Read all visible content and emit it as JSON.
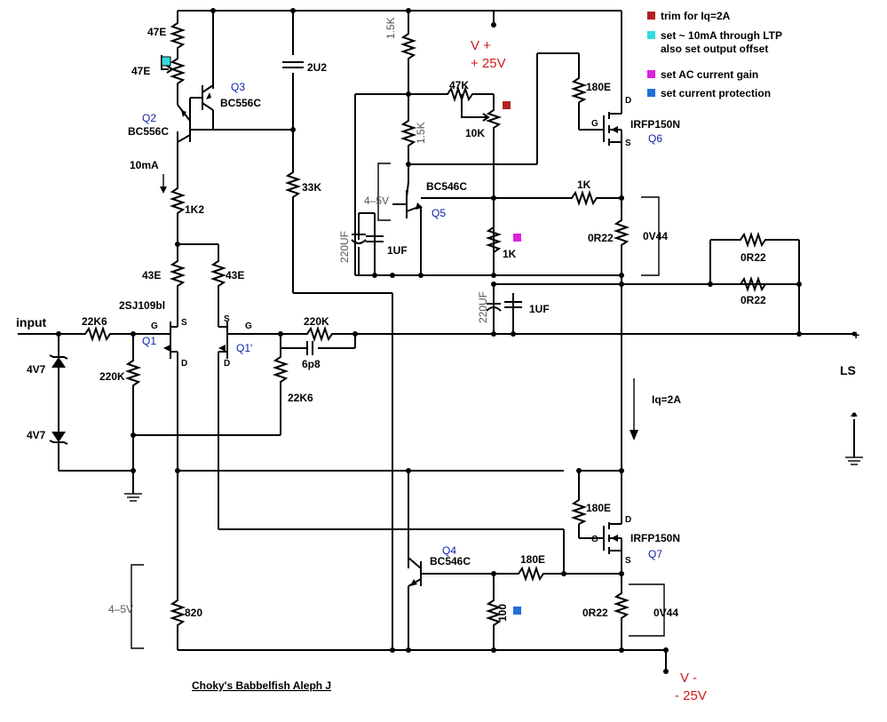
{
  "title": "Choky's Babbelfish Aleph J",
  "supply": {
    "positive": [
      "V +",
      "+ 25V"
    ],
    "negative": [
      "V -",
      "- 25V"
    ]
  },
  "legend": [
    {
      "color": "#b22222",
      "text": "trim for Iq=2A"
    },
    {
      "color": "#33dddd",
      "text": "set  ~  10mA through LTP"
    },
    {
      "color": "",
      "text": "also set output offset"
    },
    {
      "color": "#dd22dd",
      "text": "set AC current gain"
    },
    {
      "color": "#1f6fd6",
      "text": "set current protection"
    }
  ],
  "transistors": {
    "q1": {
      "ref": "Q1",
      "part": "2SJ109bl"
    },
    "q1b": {
      "ref": "Q1'"
    },
    "q2": {
      "ref": "Q2",
      "part": "BC556C"
    },
    "q3": {
      "ref": "Q3",
      "part": "BC556C"
    },
    "q4": {
      "ref": "Q4",
      "part": "BC546C"
    },
    "q5": {
      "ref": "Q5",
      "part": "BC546C"
    },
    "q6": {
      "ref": "Q6",
      "part": "IRFP150N"
    },
    "q7": {
      "ref": "Q7",
      "part": "IRFP150N"
    }
  },
  "pins": {
    "g": "G",
    "s": "S",
    "d": "D"
  },
  "components": {
    "r47e_top": "47E",
    "r47e_pot": "47E",
    "c2u2": "2U2",
    "r1k5_top": "1.5K",
    "r47k": "47K",
    "pot10k": "10K",
    "r1k5_mid": "1.5K",
    "r180e_top": "180E",
    "r33k": "33K",
    "r1k2": "1K2",
    "r1k_h": "1K",
    "r1k_v": "1K",
    "r0r22_top": "0R22",
    "r0r22_a": "0R22",
    "r0r22_b": "0R22",
    "r43e_l": "43E",
    "r43e_r": "43E",
    "r22k6_in": "22K6",
    "r220k_fb": "220K",
    "c6p8": "6p8",
    "r220k_in": "220K",
    "r22k6_fb": "22K6",
    "c220uf_top": "220UF",
    "c1uf_top": "1UF",
    "c220uf_mid": "220UF",
    "c1uf_mid": "1UF",
    "z1": "4V7",
    "z2": "4V7",
    "r180e_bot": "180E",
    "r180e_q4": "180E",
    "r100": "100",
    "r0r22_bot": "0R22",
    "r820": "820"
  },
  "annotations": {
    "input": "input",
    "ls": "LS",
    "ls_plus": "+",
    "ls_minus": "–",
    "i10ma": "10mA",
    "iq": "Iq=2A",
    "v45_top": "4–5V",
    "v45_bot": "4–5V",
    "v044_top": "0V44",
    "v044_bot": "0V44"
  }
}
